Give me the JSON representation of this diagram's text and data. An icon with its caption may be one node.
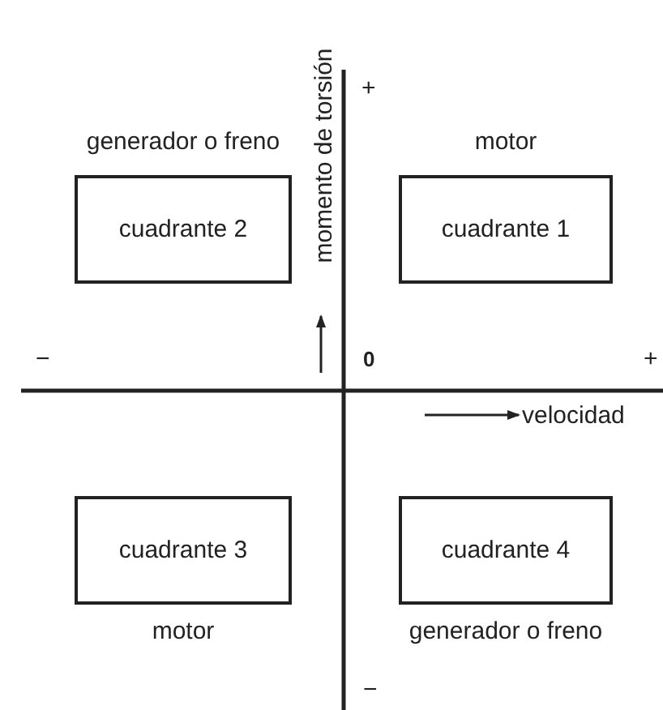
{
  "diagram": {
    "nodes": [
      {
        "text": [
          "cuadrante 2"
        ],
        "beside": [
          "generador o freno"
        ]
      },
      {
        "text": [
          "cuadrante 1"
        ],
        "beside": [
          "motor"
        ]
      },
      {
        "text": [
          "cuadrante 3"
        ],
        "beside": [
          "motor"
        ]
      },
      {
        "text": [
          "cuadrante 4"
        ],
        "beside": [
          "generador o freno"
        ]
      }
    ],
    "edges": [],
    "labels": [
      "momento de torsión",
      "+",
      "−",
      "0",
      "+",
      "velocidad",
      "−"
    ]
  }
}
